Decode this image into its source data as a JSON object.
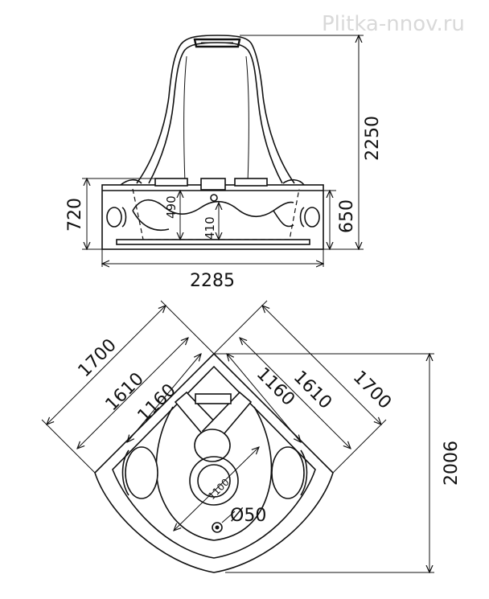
{
  "watermark": "Plitka-nnov.ru",
  "front_view": {
    "height_total": "2250",
    "height_body": "720",
    "height_body_inner": "650",
    "height_seat": "490",
    "height_inner": "410",
    "width_total": "2285"
  },
  "top_view": {
    "side_outer_left": "1700",
    "side_outer_right": "1700",
    "side_mid_left": "1610",
    "side_mid_right": "1610",
    "side_inner_left": "1160",
    "side_inner_right": "1160",
    "diagonal": "1100",
    "drain": "Ø50",
    "height_total": "2006"
  }
}
